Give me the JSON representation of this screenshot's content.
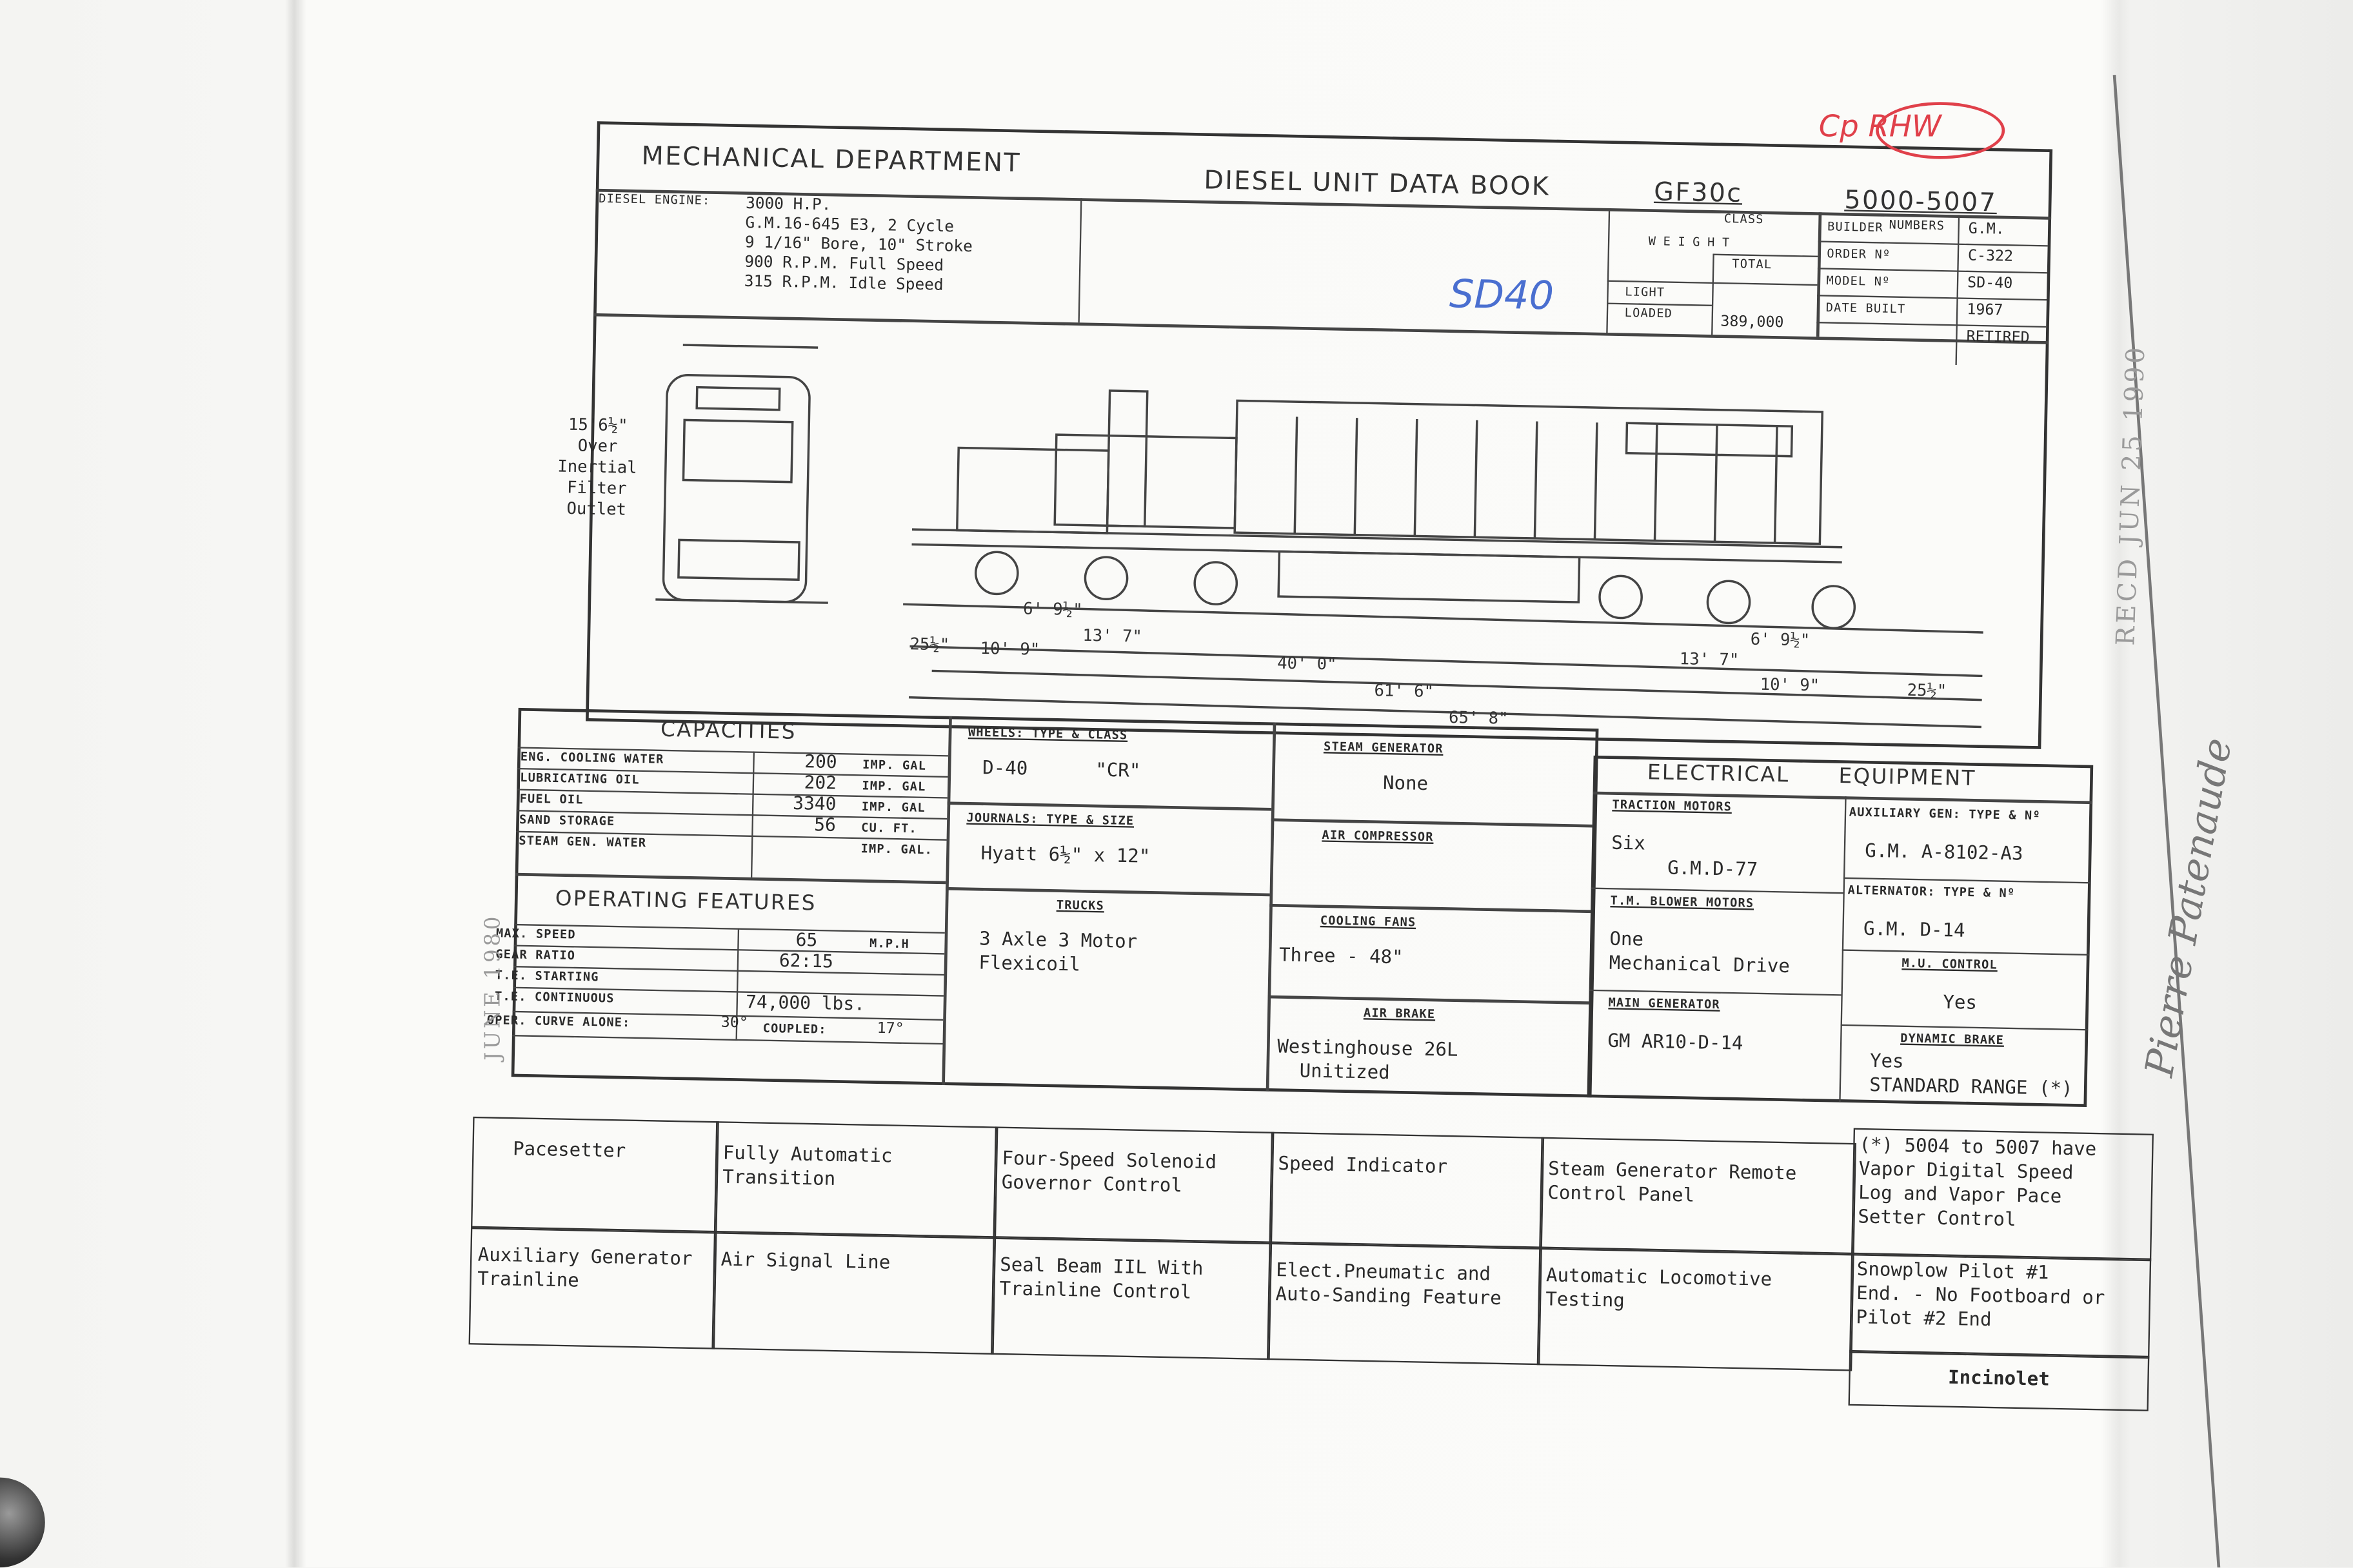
{
  "header": {
    "department": "MECHANICAL DEPARTMENT",
    "title": "DIESEL UNIT DATA BOOK",
    "class_value": "GF30c",
    "class_label": "CLASS",
    "numbers_value": "5000-5007",
    "numbers_label": "NUMBERS"
  },
  "engine": {
    "label": "DIESEL ENGINE:",
    "lines": [
      "3000 H.P.",
      "G.M.16-645 E3, 2 Cycle",
      "9 1/16\" Bore, 10\" Stroke",
      "900 R.P.M. Full Speed",
      "315 R.P.M. Idle Speed"
    ]
  },
  "weight": {
    "label": "WEIGHT",
    "total_label": "TOTAL",
    "light_label": "LIGHT",
    "loaded_label": "LOADED",
    "light_total": "",
    "loaded_total": "389,000"
  },
  "builder": [
    {
      "label": "BUILDER",
      "value": "G.M."
    },
    {
      "label": "ORDER Nº",
      "value": "C-322"
    },
    {
      "label": "MODEL Nº",
      "value": "SD-40"
    },
    {
      "label": "DATE BUILT",
      "value": "1967"
    },
    {
      "label": "",
      "value": "RETIRED"
    }
  ],
  "handwritten": {
    "model": "SD40",
    "stamp": "Cp RHW"
  },
  "drawing": {
    "end_view": {
      "height": "15'6½\"",
      "note": [
        "Over",
        "Inertial",
        "Filter",
        "Outlet"
      ]
    },
    "dims": {
      "front_axle": "6' 9½\"",
      "front_wheelbase": "13' 7\"",
      "front_overhang": "25½\"",
      "front_end": "10' 9\"",
      "truck_centers": "40' 0\"",
      "over_frame": "61' 6\"",
      "over_all": "65' 8\"",
      "rear_axle": "6' 9½\"",
      "rear_wheelbase": "13' 7\"",
      "rear_end": "10' 9\"",
      "rear_overhang": "25½\""
    }
  },
  "capacities": {
    "title": "CAPACITIES",
    "rows": [
      {
        "label": "ENG. COOLING WATER",
        "value": "200",
        "unit": "IMP. GAL"
      },
      {
        "label": "LUBRICATING OIL",
        "value": "202",
        "unit": "IMP. GAL"
      },
      {
        "label": "FUEL OIL",
        "value": "3340",
        "unit": "IMP. GAL"
      },
      {
        "label": "SAND STORAGE",
        "value": "56",
        "unit": "CU. FT."
      },
      {
        "label": "STEAM GEN. WATER",
        "value": "",
        "unit": "IMP. GAL."
      }
    ]
  },
  "operating": {
    "title": "OPERATING FEATURES",
    "rows": [
      {
        "label": "MAX. SPEED",
        "value": "65",
        "unit": "M.P.H"
      },
      {
        "label": "GEAR RATIO",
        "value": "62:15",
        "unit": ""
      },
      {
        "label": "T.E. STARTING",
        "value": "",
        "unit": ""
      },
      {
        "label": "T.E. CONTINUOUS",
        "value": "74,000 lbs.",
        "unit": ""
      }
    ],
    "curve_label": "OPER. CURVE ALONE:",
    "curve_alone": "30°",
    "coupled_label": "COUPLED:",
    "curve_coupled": "17°"
  },
  "running_gear": [
    {
      "label": "WHEELS: TYPE & CLASS",
      "value": "D-40      \"CR\""
    },
    {
      "label": "JOURNALS: TYPE & SIZE",
      "value": "Hyatt 6½\" x 12\""
    },
    {
      "label": "TRUCKS",
      "value": "3 Axle 3 Motor\nFlexicoil"
    }
  ],
  "auxiliaries": [
    {
      "label": "STEAM GENERATOR",
      "value": "None"
    },
    {
      "label": "AIR COMPRESSOR",
      "value": ""
    },
    {
      "label": "COOLING FANS",
      "value": "Three - 48\""
    },
    {
      "label": "AIR BRAKE",
      "value": "Westinghouse 26L\n  Unitized"
    }
  ],
  "electrical": {
    "title": "ELECTRICAL      EQUIPMENT",
    "left": [
      {
        "label": "TRACTION MOTORS",
        "value": "Six\n     G.M.D-77"
      },
      {
        "label": "T.M. BLOWER MOTORS",
        "value": "One\nMechanical Drive"
      },
      {
        "label": "MAIN GENERATOR",
        "value": "GM AR10-D-14"
      }
    ],
    "right": [
      {
        "label": "AUXILIARY GEN: TYPE & Nº",
        "value": "G.M. A-8102-A3"
      },
      {
        "label": "ALTERNATOR: TYPE & Nº",
        "value": "G.M. D-14"
      },
      {
        "label": "M.U. CONTROL",
        "value": "Yes"
      },
      {
        "label": "DYNAMIC BRAKE",
        "value": "Yes\nSTANDARD RANGE (*)"
      }
    ]
  },
  "features": [
    [
      "Pacesetter",
      "Fully Automatic\nTransition",
      "Four-Speed Solenoid\nGovernor Control",
      "Speed Indicator",
      "Steam Generator Remote\nControl Panel"
    ],
    [
      "Auxiliary Generator\nTrainline",
      "Air Signal Line",
      "Seal Beam IIL With\nTrainline Control",
      "Elect.Pneumatic and\nAuto-Sanding Feature",
      "Automatic Locomotive\nTesting"
    ]
  ],
  "notes": [
    "(*) 5004 to 5007 have\nVapor Digital Speed\nLog and Vapor Pace\nSetter Control",
    "Snowplow Pilot #1\nEnd. - No Footboard or\nPilot #2 End",
    "Incinolet"
  ],
  "margin": {
    "date": "JUNE 1980",
    "received": "RECD JUN 25 1990",
    "signature": "Pierre Patenaude"
  }
}
